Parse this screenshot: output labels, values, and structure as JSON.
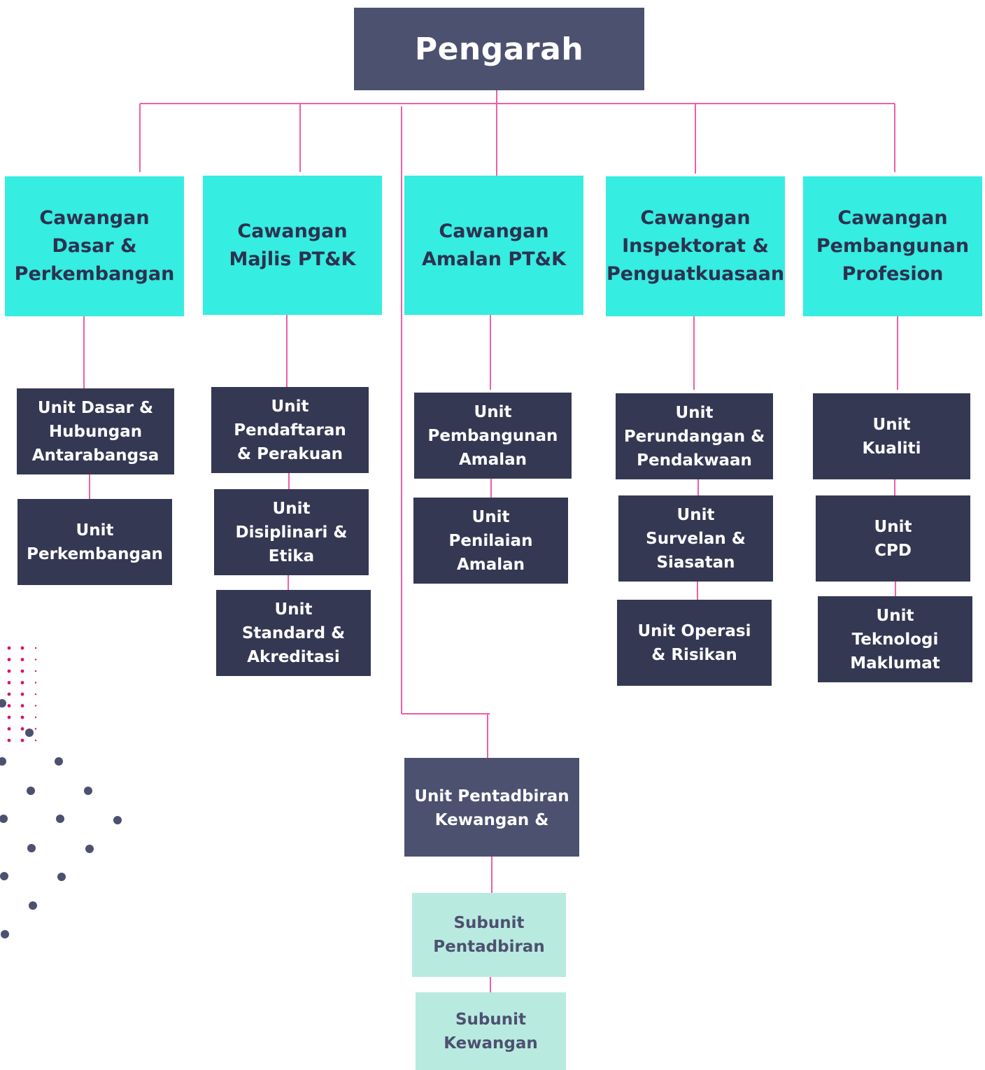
{
  "top": {
    "label": "Pengarah"
  },
  "branches": [
    {
      "label": "Cawangan\nDasar &\nPerkembangan"
    },
    {
      "label": "Cawangan\nMajlis PT&K"
    },
    {
      "label": "Cawangan\nAmalan PT&K"
    },
    {
      "label": "Cawangan\nInspektorat &\nPenguatkuasaan"
    },
    {
      "label": "Cawangan\nPembangunan\nProfesion"
    }
  ],
  "units": {
    "dasar": [
      "Unit Dasar &\nHubungan\nAntarabangsa",
      "Unit\nPerkembangan"
    ],
    "majlis": [
      "Unit\nPendaftaran\n& Perakuan",
      "Unit\nDisiplinari &\nEtika",
      "Unit\nStandard &\nAkreditasi"
    ],
    "amalan": [
      "Unit\nPembangunan\nAmalan",
      "Unit\nPenilaian\nAmalan"
    ],
    "inspektorat": [
      "Unit\nPerundangan &\nPendakwaan",
      "Unit\nSurvelan &\nSiasatan",
      "Unit Operasi\n& Risikan"
    ],
    "profesion": [
      "Unit\nKualiti",
      "Unit\nCPD",
      "Unit\nTeknologi\nMaklumat"
    ]
  },
  "admin": {
    "label": "Unit Pentadbiran\nKewangan &"
  },
  "subunits": [
    "Subunit\nPentadbiran",
    "Subunit\nKewangan"
  ],
  "colors": {
    "connector": "#ef5fa7",
    "top_box": "#4d5170",
    "branch_box": "#35ede0",
    "unit_box": "#353853",
    "subunit_box": "#b9eadf",
    "dots_pink": "#d4146e",
    "dots_navy": "#4d5170"
  }
}
